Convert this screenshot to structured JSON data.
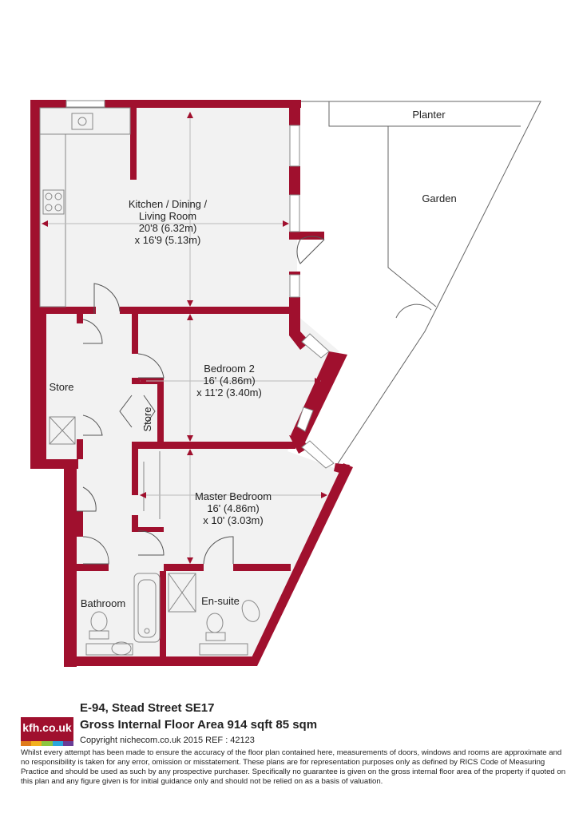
{
  "rooms": {
    "planter": "Planter",
    "garden": "Garden",
    "kitchen": [
      "Kitchen / Dining /",
      "Living Room",
      "20'8 (6.32m)",
      "x 16'9 (5.13m)"
    ],
    "bedroom2": [
      "Bedroom 2",
      "16' (4.86m)",
      "x 11'2 (3.40m)"
    ],
    "master": [
      "Master Bedroom",
      "16' (4.86m)",
      "x 10' (3.03m)"
    ],
    "store_left": "Store",
    "store_small": "Store",
    "bathroom": "Bathroom",
    "ensuite": "En-suite"
  },
  "colors": {
    "wall": "#a0102e",
    "fixture": "#888888"
  },
  "logo": {
    "text": "kfh.co.uk",
    "bar_colors": [
      "#e07b1a",
      "#f2b01e",
      "#8cc63f",
      "#2aa7dc",
      "#6a3d97"
    ]
  },
  "footer": {
    "address": "E-94, Stead Street  SE17",
    "area": "Gross Internal Floor Area 914 sqft 85 sqm",
    "copyright": "Copyright nichecom.co.uk 2015 REF : 42123",
    "disclaimer": "Whilst every attempt has been made to ensure the accuracy of the floor plan contained here, measurements of doors, windows and rooms are approximate and no responsibility is taken for any error, omission or misstatement.  These plans are for representation purposes only as defined by RICS Code of Measuring Practice and should be used as such by any prospective purchaser.  Specifically no guarantee is given on the gross internal floor area of the property if quoted on this plan and any figure given is for initial guidance only and should not be relied on as a basis of valuation."
  }
}
